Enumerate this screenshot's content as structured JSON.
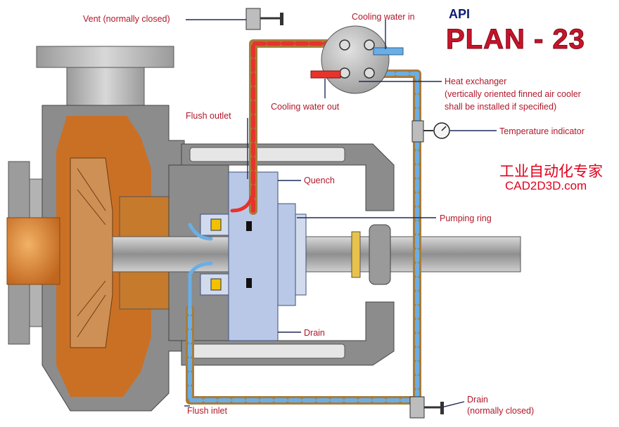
{
  "title": {
    "api": "API",
    "plan": "PLAN - 23"
  },
  "labels": {
    "vent": "Vent (normally closed)",
    "cooling_in": "Cooling water in",
    "cooling_out": "Cooling water out",
    "heat_exchanger_1": "Heat exchanger",
    "heat_exchanger_2": "(vertically oriented finned air cooler",
    "heat_exchanger_3": "shall be installed if specified)",
    "temperature": "Temperature indicator",
    "flush_outlet": "Flush outlet",
    "quench": "Quench",
    "pumping_ring": "Pumping ring",
    "drain": "Drain",
    "flush_inlet": "Flush inlet",
    "drain_bottom_1": "Drain",
    "drain_bottom_2": "(normally closed)"
  },
  "watermark": {
    "cn": "工业自动化专家",
    "site": "CAD2D3D.com"
  },
  "colors": {
    "casing": "#8c8c8c",
    "casing_light": "#b5b5b5",
    "fluid": "#d06d1a",
    "hot": "#e8332c",
    "cold": "#6aaee6",
    "seal": "#b9c8e6",
    "pipe": "#a97c3a",
    "leader": "#1d2a59"
  }
}
